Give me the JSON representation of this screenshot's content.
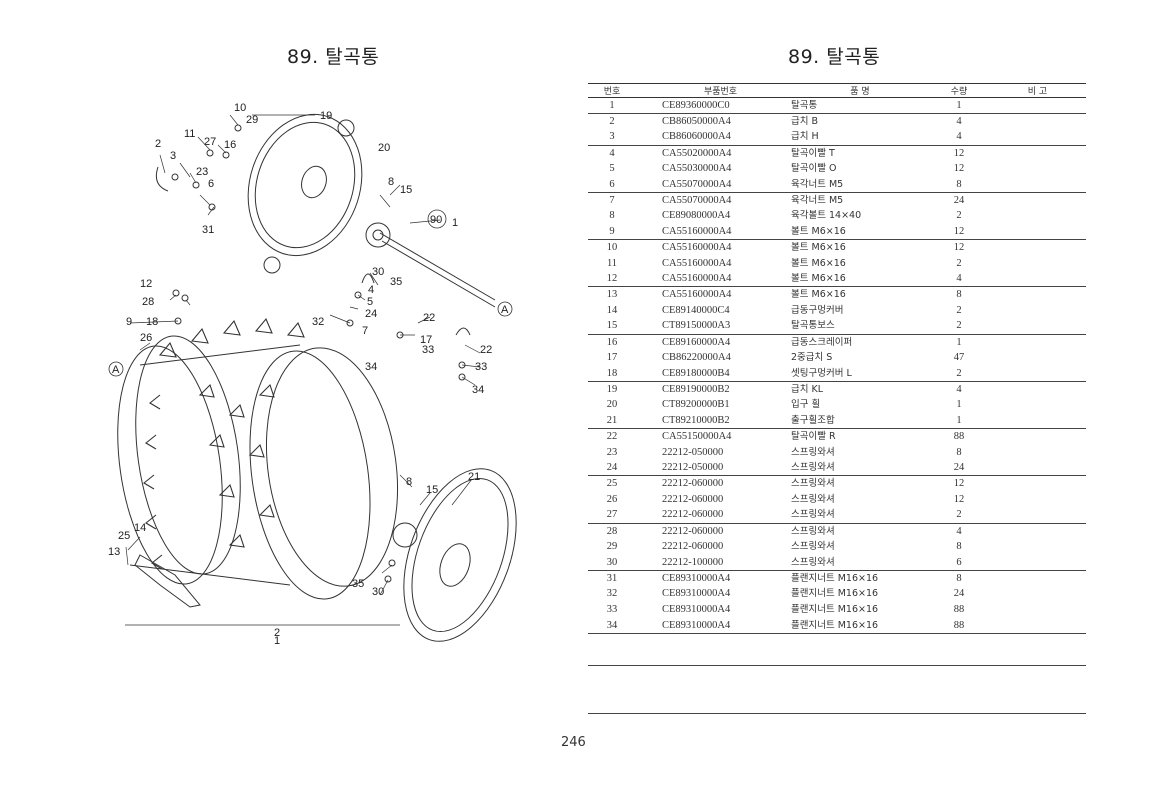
{
  "left_title": "89. 탈곡통",
  "right_title": "89. 탈곡통",
  "table_headers": [
    "번호",
    "부품번호",
    "품    명",
    "수량",
    "비  고"
  ],
  "rows": [
    {
      "no": "1",
      "part": "CE89360000C0",
      "name": "탈곡통",
      "qty": "1",
      "note": ""
    },
    {
      "no": "2",
      "part": "CB86050000A4",
      "name": "급치 B",
      "qty": "4",
      "note": ""
    },
    {
      "no": "3",
      "part": "CB86060000A4",
      "name": "급치 H",
      "qty": "4",
      "note": ""
    },
    {
      "no": "4",
      "part": "CA55020000A4",
      "name": "탈곡이빨 T",
      "qty": "12",
      "note": ""
    },
    {
      "no": "5",
      "part": "CA55030000A4",
      "name": "탈곡이빨 O",
      "qty": "12",
      "note": ""
    },
    {
      "no": "6",
      "part": "CA55070000A4",
      "name": "육각너트 M5",
      "qty": "8",
      "note": ""
    },
    {
      "no": "7",
      "part": "CA55070000A4",
      "name": "육각너트 M5",
      "qty": "24",
      "note": ""
    },
    {
      "no": "8",
      "part": "CE89080000A4",
      "name": "육각볼트 14×40",
      "qty": "2",
      "note": ""
    },
    {
      "no": "9",
      "part": "CA55160000A4",
      "name": "볼트 M6×16",
      "qty": "12",
      "note": ""
    },
    {
      "no": "10",
      "part": "CA55160000A4",
      "name": "볼트 M6×16",
      "qty": "12",
      "note": ""
    },
    {
      "no": "11",
      "part": "CA55160000A4",
      "name": "볼트 M6×16",
      "qty": "2",
      "note": ""
    },
    {
      "no": "12",
      "part": "CA55160000A4",
      "name": "볼트 M6×16",
      "qty": "4",
      "note": ""
    },
    {
      "no": "13",
      "part": "CA55160000A4",
      "name": "볼트 M6×16",
      "qty": "8",
      "note": ""
    },
    {
      "no": "14",
      "part": "CE89140000C4",
      "name": "급동구멍커버",
      "qty": "2",
      "note": ""
    },
    {
      "no": "15",
      "part": "CT89150000A3",
      "name": "탈곡통보스",
      "qty": "2",
      "note": ""
    },
    {
      "no": "16",
      "part": "CE89160000A4",
      "name": "급동스크레이퍼",
      "qty": "1",
      "note": ""
    },
    {
      "no": "17",
      "part": "CB86220000A4",
      "name": "2중급치 S",
      "qty": "47",
      "note": ""
    },
    {
      "no": "18",
      "part": "CE89180000B4",
      "name": "셋팅구멍커버 L",
      "qty": "2",
      "note": ""
    },
    {
      "no": "19",
      "part": "CE89190000B2",
      "name": "급치 KL",
      "qty": "4",
      "note": ""
    },
    {
      "no": "20",
      "part": "CT89200000B1",
      "name": "입구 휠",
      "qty": "1",
      "note": ""
    },
    {
      "no": "21",
      "part": "CT89210000B2",
      "name": "출구휠조합",
      "qty": "1",
      "note": ""
    },
    {
      "no": "22",
      "part": "CA55150000A4",
      "name": "탈곡이빨 R",
      "qty": "88",
      "note": ""
    },
    {
      "no": "23",
      "part": "22212-050000",
      "name": "스프링와셔",
      "qty": "8",
      "note": ""
    },
    {
      "no": "24",
      "part": "22212-050000",
      "name": "스프링와셔",
      "qty": "24",
      "note": ""
    },
    {
      "no": "25",
      "part": "22212-060000",
      "name": "스프링와셔",
      "qty": "12",
      "note": ""
    },
    {
      "no": "26",
      "part": "22212-060000",
      "name": "스프링와셔",
      "qty": "12",
      "note": ""
    },
    {
      "no": "27",
      "part": "22212-060000",
      "name": "스프링와셔",
      "qty": "2",
      "note": ""
    },
    {
      "no": "28",
      "part": "22212-060000",
      "name": "스프링와셔",
      "qty": "4",
      "note": ""
    },
    {
      "no": "29",
      "part": "22212-060000",
      "name": "스프링와셔",
      "qty": "8",
      "note": ""
    },
    {
      "no": "30",
      "part": "22212-100000",
      "name": "스프링와셔",
      "qty": "6",
      "note": ""
    },
    {
      "no": "31",
      "part": "CE89310000A4",
      "name": "플랜지너트 M16×16",
      "qty": "8",
      "note": ""
    },
    {
      "no": "32",
      "part": "CE89310000A4",
      "name": "플랜지너트 M16×16",
      "qty": "24",
      "note": ""
    },
    {
      "no": "33",
      "part": "CE89310000A4",
      "name": "플랜지너트 M16×16",
      "qty": "88",
      "note": ""
    },
    {
      "no": "34",
      "part": "CE89310000A4",
      "name": "플랜지너트 M16×16",
      "qty": "88",
      "note": ""
    }
  ],
  "diagram_labels": [
    "10",
    "29",
    "19",
    "11",
    "27",
    "16",
    "2",
    "3",
    "23",
    "6",
    "20",
    "8",
    "15",
    "90",
    "1",
    "31",
    "30",
    "35",
    "12",
    "28",
    "4",
    "5",
    "9",
    "18",
    "24",
    "32",
    "7",
    "22",
    "17",
    "26",
    "33",
    "34",
    "22",
    "33",
    "34",
    "A",
    "A",
    "21",
    "8",
    "15",
    "25",
    "14",
    "13",
    "35",
    "30",
    "2",
    "1"
  ],
  "page_number": "246"
}
